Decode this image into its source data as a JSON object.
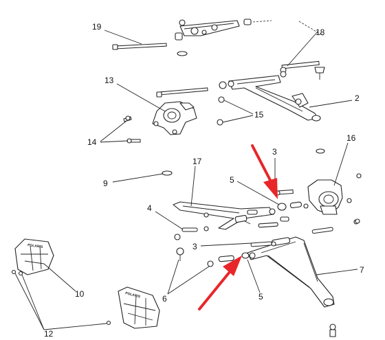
{
  "callouts": {
    "c19": "19",
    "c18": "18",
    "c13": "13",
    "c2": "2",
    "c15": "15",
    "c14": "14",
    "c16": "16",
    "c3a": "3",
    "c17": "17",
    "c9": "9",
    "c5a": "5",
    "c4": "4",
    "c3b": "3",
    "c7": "7",
    "c10": "10",
    "c6": "6",
    "c5b": "5",
    "c12": "12"
  },
  "plates": {
    "upper": "POLARIS",
    "lower": "POLARIS"
  },
  "colors": {
    "line": "#222222",
    "arrow": "#e8262a",
    "background": "#ffffff"
  }
}
